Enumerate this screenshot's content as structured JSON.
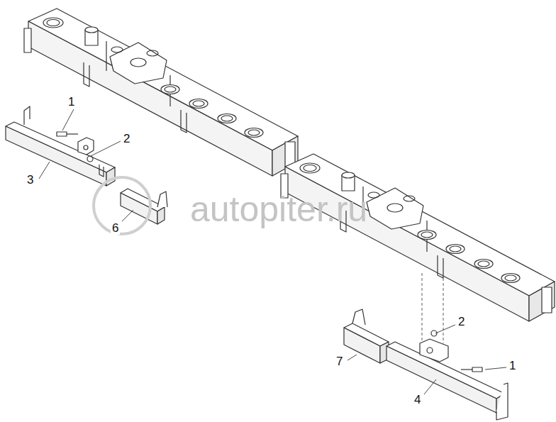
{
  "diagram": {
    "labels": [
      "1",
      "2",
      "3",
      "6",
      "2",
      "1",
      "7",
      "4",
      "autopiter.ru"
    ]
  }
}
